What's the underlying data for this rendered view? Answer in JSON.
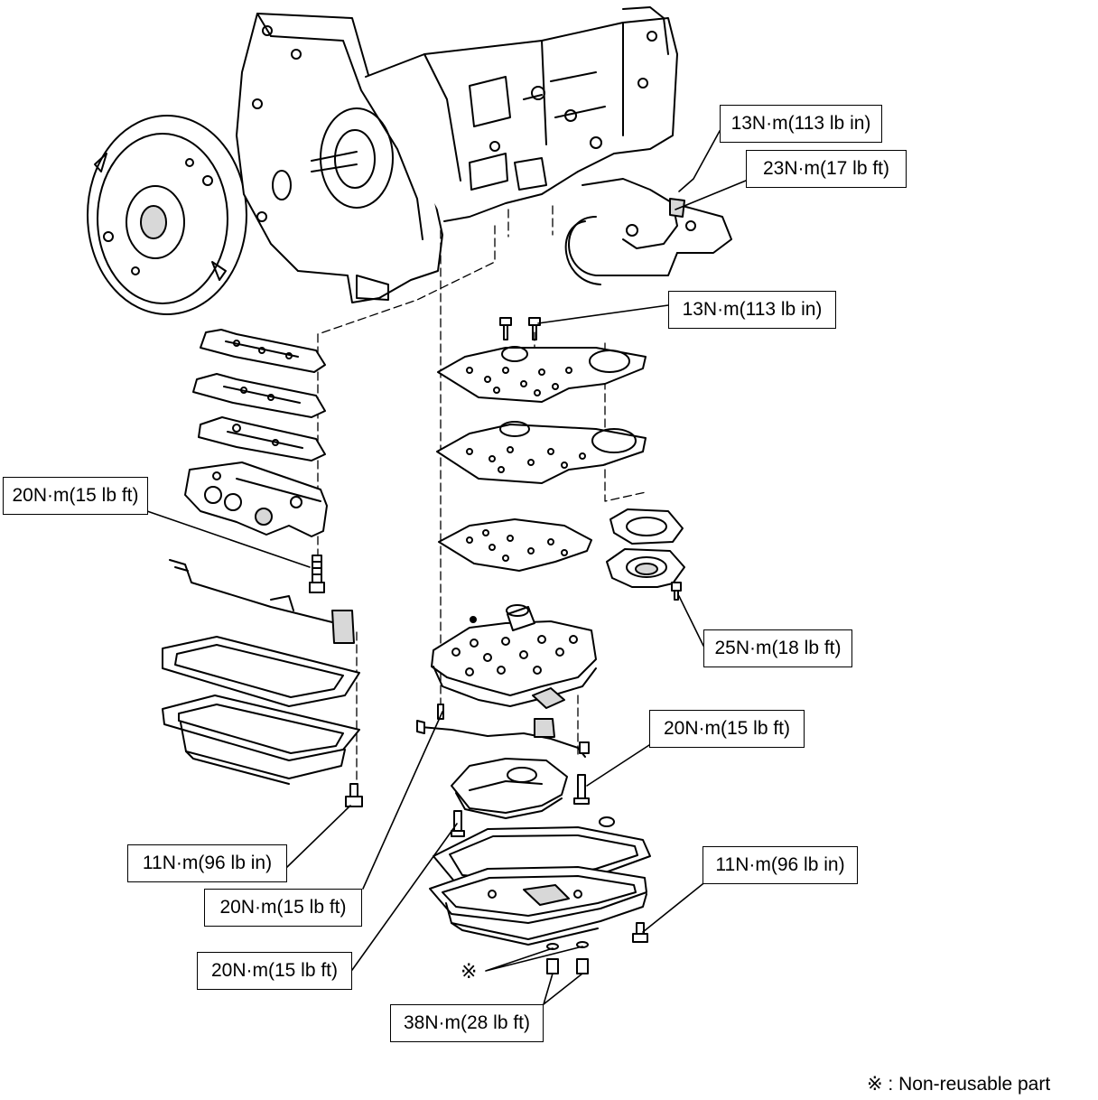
{
  "colors": {
    "line": "#000000",
    "fill": "#ffffff",
    "shade": "#d8d8d8"
  },
  "torque_labels": [
    {
      "id": "t1",
      "text": "13N·m(113 lb in)"
    },
    {
      "id": "t2",
      "text": "23N·m(17 lb ft)"
    },
    {
      "id": "t3",
      "text": "13N·m(113 lb in)"
    },
    {
      "id": "t4",
      "text": "20N·m(15 lb ft)"
    },
    {
      "id": "t5",
      "text": "25N·m(18 lb ft)"
    },
    {
      "id": "t6",
      "text": "20N·m(15 lb ft)"
    },
    {
      "id": "t7",
      "text": "11N·m(96 lb in)"
    },
    {
      "id": "t8",
      "text": "11N·m(96 lb in)"
    },
    {
      "id": "t9",
      "text": "20N·m(15 lb ft)"
    },
    {
      "id": "t10",
      "text": "20N·m(15 lb ft)"
    },
    {
      "id": "t11",
      "text": "38N·m(28 lb ft)"
    }
  ],
  "non_reusable_mark": "※",
  "legend": {
    "text": "※ : Non-reusable part"
  }
}
